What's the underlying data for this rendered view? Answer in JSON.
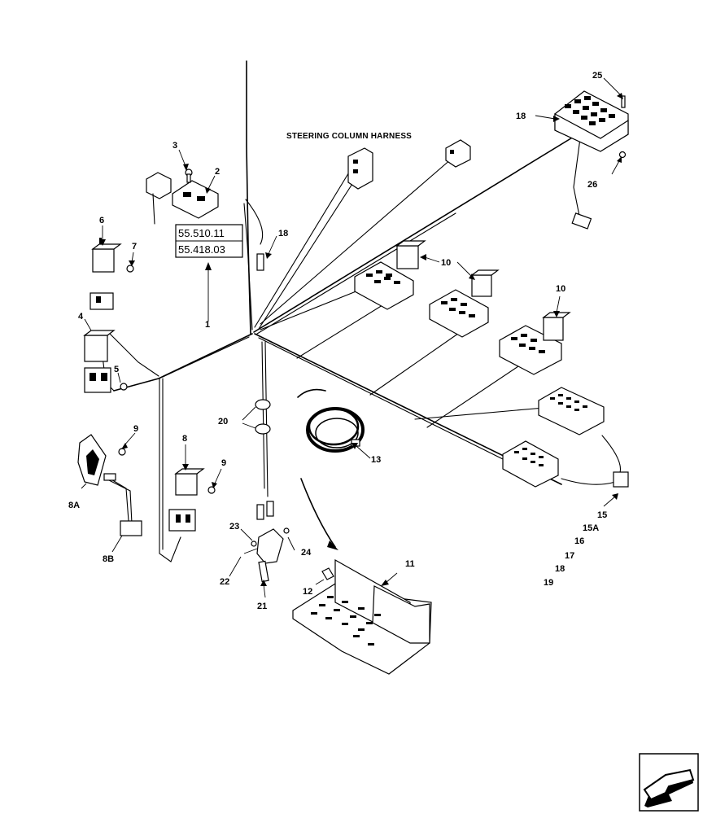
{
  "harness_title": "STEERING COLUMN HARNESS",
  "reference_box": {
    "ref_1": "55.510.11",
    "ref_2": "55.418.03"
  },
  "callouts": {
    "c1": "1",
    "c2": "2",
    "c3": "3",
    "c4": "4",
    "c5": "5",
    "c6": "6",
    "c7": "7",
    "c8": "8",
    "c8A": "8A",
    "c8B": "8B",
    "c9a": "9",
    "c9b": "9",
    "c10a": "10",
    "c10b": "10",
    "c11": "11",
    "c12": "12",
    "c13": "13",
    "c15": "15",
    "c15A": "15A",
    "c16": "16",
    "c17": "17",
    "c18": "18",
    "c19": "19",
    "c18b": "18",
    "c18c": "18",
    "c20": "20",
    "c21": "21",
    "c22": "22",
    "c23": "23",
    "c24": "24",
    "c25": "25",
    "c26": "26"
  },
  "icons": {
    "nav_arrow": "previous-page-arrow-icon"
  }
}
